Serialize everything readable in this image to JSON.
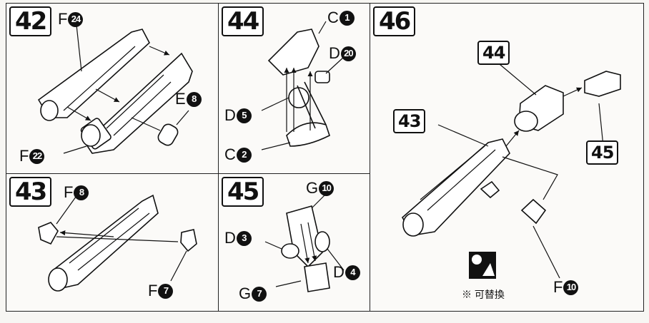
{
  "steps": {
    "s42": {
      "number": "42",
      "labels": [
        {
          "letter": "F",
          "num": "24"
        },
        {
          "letter": "E",
          "num": "8"
        },
        {
          "letter": "F",
          "num": "22"
        }
      ]
    },
    "s44": {
      "number": "44",
      "labels": [
        {
          "letter": "C",
          "num": "1"
        },
        {
          "letter": "D",
          "num": "20"
        },
        {
          "letter": "D",
          "num": "5"
        },
        {
          "letter": "C",
          "num": "2"
        }
      ]
    },
    "s46": {
      "number": "46",
      "ref_top": "44",
      "ref_left": "43",
      "ref_right": "45",
      "label": {
        "letter": "F",
        "num": "10"
      },
      "note": "※ 可替換"
    },
    "s43": {
      "number": "43",
      "labels": [
        {
          "letter": "F",
          "num": "8"
        },
        {
          "letter": "F",
          "num": "7"
        }
      ]
    },
    "s45": {
      "number": "45",
      "labels": [
        {
          "letter": "G",
          "num": "10"
        },
        {
          "letter": "D",
          "num": "3"
        },
        {
          "letter": "D",
          "num": "4"
        },
        {
          "letter": "G",
          "num": "7"
        }
      ]
    }
  },
  "icons": {
    "swap": "interchangeable-part-icon"
  }
}
